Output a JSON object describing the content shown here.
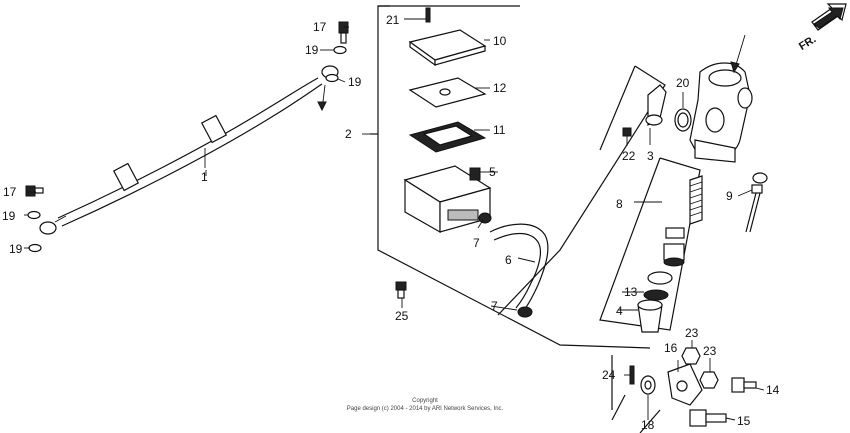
{
  "direction_label": "FR.",
  "labels": {
    "p1": "1",
    "p2": "2",
    "p3": "3",
    "p4": "4",
    "p5": "5",
    "p6": "6",
    "p7a": "7",
    "p7b": "7",
    "p8": "8",
    "p9": "9",
    "p10": "10",
    "p11": "11",
    "p12": "12",
    "p13": "13",
    "p14": "14",
    "p15": "15",
    "p16": "16",
    "p17a": "17",
    "p17b": "17",
    "p18": "18",
    "p19a": "19",
    "p19b": "19",
    "p19c": "19",
    "p19d": "19",
    "p20": "20",
    "p21": "21",
    "p22": "22",
    "p23a": "23",
    "p23b": "23",
    "p24": "24",
    "p25": "25"
  },
  "copyright": {
    "line1": "Copyright",
    "line2": "Page design (c) 2004 - 2014 by ARI Network Services, Inc."
  }
}
